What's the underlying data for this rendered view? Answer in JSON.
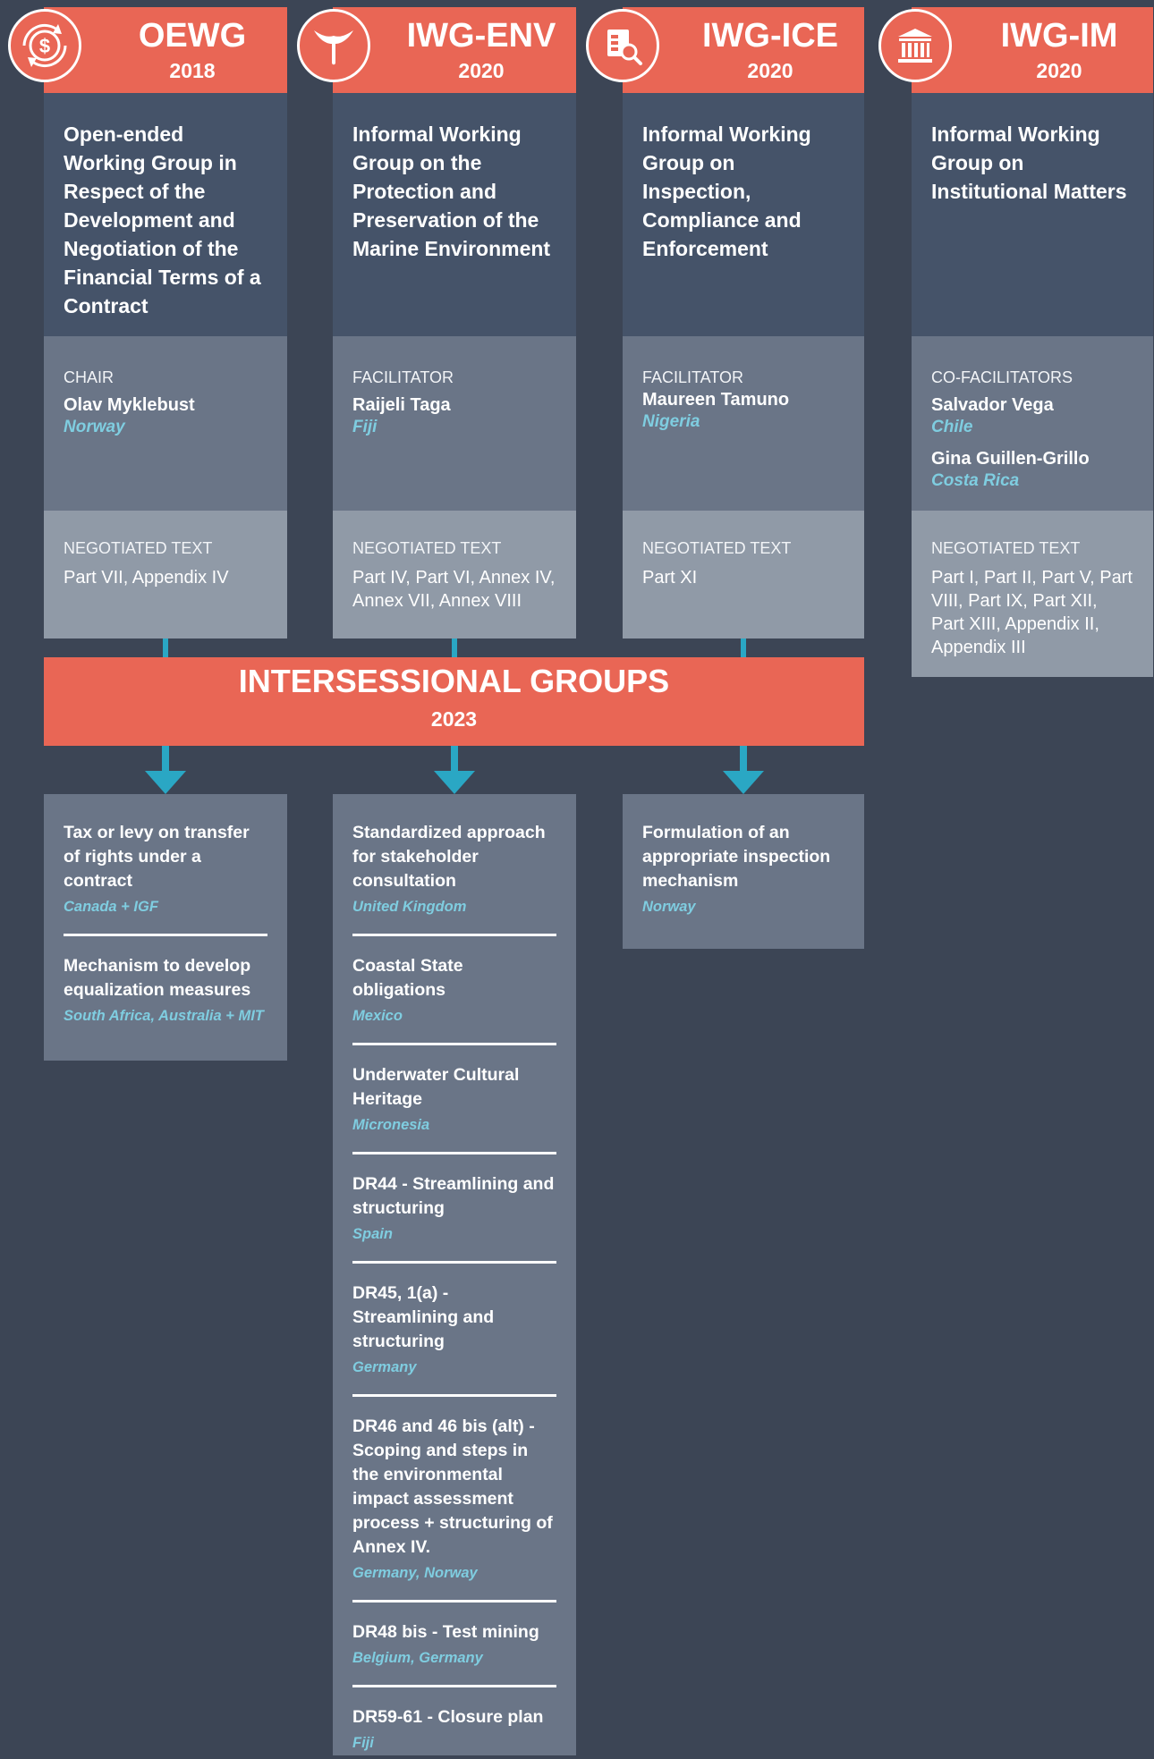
{
  "groups": [
    {
      "code": "OEWG",
      "year": "2018",
      "icon": "dollar-cycle-icon",
      "title": "Open-ended Working Group in Respect of the Development and Negotiation of the Financial Terms of a Contract",
      "role_label": "CHAIR",
      "people": [
        {
          "name": "Olav Myklebust",
          "country": "Norway"
        }
      ],
      "text_label": "NEGOTIATED TEXT",
      "negotiated_text": "Part VII, Appendix IV"
    },
    {
      "code": "IWG-ENV",
      "year": "2020",
      "icon": "whale-tail-icon",
      "title": "Informal Working Group on the Protection and Preservation of the Marine Environment",
      "role_label": "FACILITATOR",
      "people": [
        {
          "name": "Raijeli Taga",
          "country": "Fiji"
        }
      ],
      "text_label": "NEGOTIATED TEXT",
      "negotiated_text": "Part IV, Part VI, Annex IV, Annex VII, Annex VIII"
    },
    {
      "code": "IWG-ICE",
      "year": "2020",
      "icon": "document-search-icon",
      "title": "Informal Working Group on Inspection, Compliance and Enforcement",
      "role_label": "FACILITATOR",
      "people": [
        {
          "name": "Maureen Tamuno",
          "country": "Nigeria"
        }
      ],
      "text_label": "NEGOTIATED TEXT",
      "negotiated_text": "Part XI"
    },
    {
      "code": "IWG-IM",
      "year": "2020",
      "icon": "institution-building-icon",
      "title": "Informal Working Group on Institutional Matters",
      "role_label": "CO-FACILITATORS",
      "people": [
        {
          "name": "Salvador Vega",
          "country": "Chile"
        },
        {
          "name": "Gina Guillen-Grillo",
          "country": "Costa Rica"
        }
      ],
      "text_label": "NEGOTIATED TEXT",
      "negotiated_text": "Part I, Part II, Part V, Part VIII, Part IX, Part XII, Part XIII, Appendix II, Appendix III"
    }
  ],
  "intersessional": {
    "title": "INTERSESSIONAL GROUPS",
    "year": "2023"
  },
  "topics": [
    [
      {
        "title": "Tax or levy on transfer of rights under a contract",
        "countries": "Canada + IGF"
      },
      {
        "title": "Mechanism to develop equalization measures",
        "countries": "South Africa, Australia + MIT"
      }
    ],
    [
      {
        "title": "Standardized approach for stakeholder consultation",
        "countries": "United Kingdom"
      },
      {
        "title": "Coastal State obligations",
        "countries": "Mexico"
      },
      {
        "title": "Underwater Cultural Heritage",
        "countries": "Micronesia"
      },
      {
        "title": "DR44 - Streamlining and structuring",
        "countries": "Spain"
      },
      {
        "title": "DR45, 1(a) - Streamlining and structuring",
        "countries": "Germany"
      },
      {
        "title": "DR46 and 46 bis (alt) - Scoping and steps in the environmental impact assessment process + structuring of Annex IV.",
        "countries": "Germany, Norway"
      },
      {
        "title": "DR48 bis - Test mining",
        "countries": "Belgium, Germany"
      },
      {
        "title": "DR59-61 - Closure plan",
        "countries": "Fiji"
      }
    ],
    [
      {
        "title": "Formulation of an appropriate inspection mechanism",
        "countries": "Norway"
      }
    ]
  ],
  "colors": {
    "background": "#3c4555",
    "header": "#e96655",
    "title_box": "#455369",
    "role_box": "#6a7587",
    "text_box": "#909aa7",
    "accent": "#2aa7c4",
    "country": "#7fcde0"
  }
}
